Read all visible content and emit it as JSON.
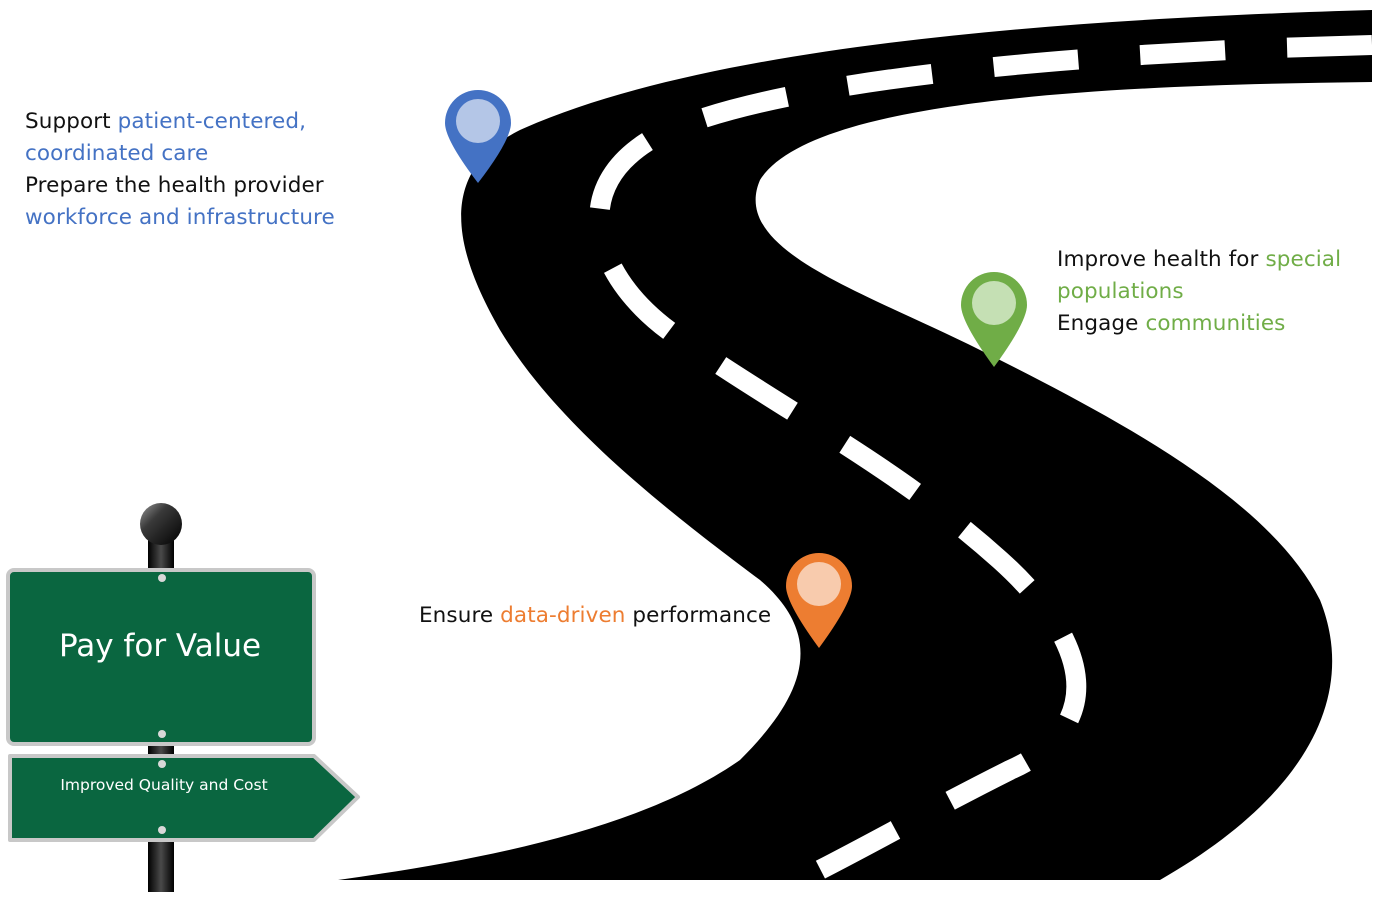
{
  "colors": {
    "blue": "#4472C4",
    "green": "#70AD47",
    "orange": "#ED7D31",
    "road": "#000000",
    "sign_green": "#0A6640"
  },
  "icons": [
    "map-pin-blue-icon",
    "map-pin-green-icon",
    "map-pin-orange-icon",
    "road-sign-post-icon"
  ],
  "notes": {
    "blue": {
      "line1_plain": "Support ",
      "line1_highlight": "patient-centered,",
      "line2_highlight": "coordinated care",
      "line3_plain": "Prepare the health provider",
      "line4_highlight": "workforce and infrastructure"
    },
    "green": {
      "line1_plain": "Improve health for ",
      "line1_highlight": "special",
      "line2_highlight": "populations",
      "line3_plain": "Engage ",
      "line3_highlight": "communities"
    },
    "orange": {
      "plain_before": "Ensure ",
      "highlight": "data-driven",
      "plain_after": " performance"
    }
  },
  "signpost": {
    "main_label": "Pay for Value",
    "arrow_label": "Improved Quality and Cost"
  }
}
